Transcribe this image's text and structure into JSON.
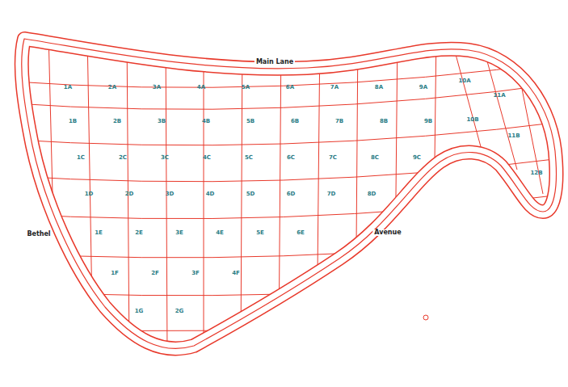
{
  "diagram": {
    "labels": [
      "Main Lane",
      "Bethel",
      "Avenue",
      "1A",
      "2A",
      "3A",
      "4A",
      "5A",
      "6A",
      "7A",
      "8A",
      "9A",
      "1B",
      "2B",
      "3B",
      "4B",
      "5B",
      "6B",
      "7B",
      "8B",
      "9B",
      "1C",
      "2C",
      "3C",
      "4C",
      "5C",
      "6C",
      "7C",
      "8C",
      "9C",
      "1D",
      "2D",
      "3D",
      "4D",
      "5D",
      "6D",
      "7D",
      "8D",
      "1E",
      "2E",
      "3E",
      "4E",
      "5E",
      "6E",
      "1F",
      "2F",
      "3F",
      "4F",
      "1G",
      "2G",
      "10A",
      "11A",
      "10B",
      "11B",
      "12B"
    ]
  }
}
